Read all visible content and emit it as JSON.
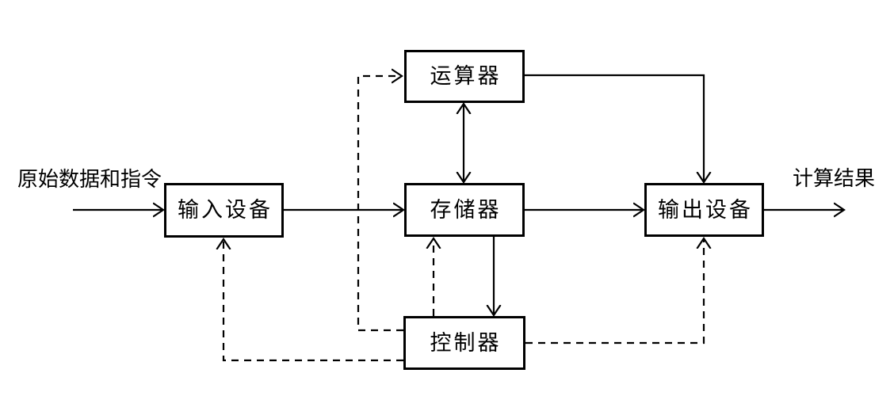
{
  "diagram": {
    "type": "computer-architecture-flow-diagram",
    "boxes": [
      {
        "id": "alu",
        "label": "运算器"
      },
      {
        "id": "input-device",
        "label": "输入设备"
      },
      {
        "id": "memory",
        "label": "存储器"
      },
      {
        "id": "output-device",
        "label": "输出设备"
      },
      {
        "id": "controller",
        "label": "控制器"
      }
    ],
    "annotations": {
      "input": "原始数据和指令",
      "output": "计算结果"
    },
    "edges": [
      {
        "from": "原始数据和指令",
        "to": "输入设备",
        "style": "solid",
        "bidirectional": false
      },
      {
        "from": "输入设备",
        "to": "存储器",
        "style": "solid",
        "bidirectional": false
      },
      {
        "from": "存储器",
        "to": "输出设备",
        "style": "solid",
        "bidirectional": false
      },
      {
        "from": "输出设备",
        "to": "计算结果",
        "style": "solid",
        "bidirectional": false
      },
      {
        "from": "存储器",
        "to": "运算器",
        "style": "solid",
        "bidirectional": true
      },
      {
        "from": "运算器",
        "to": "输出设备",
        "style": "solid",
        "bidirectional": false
      },
      {
        "from": "存储器",
        "to": "控制器",
        "style": "solid",
        "bidirectional": false
      },
      {
        "from": "控制器",
        "to": "运算器",
        "style": "dashed",
        "bidirectional": false
      },
      {
        "from": "控制器",
        "to": "存储器",
        "style": "dashed",
        "bidirectional": false
      },
      {
        "from": "控制器",
        "to": "输入设备",
        "style": "dashed",
        "bidirectional": false
      },
      {
        "from": "控制器",
        "to": "输出设备",
        "style": "dashed",
        "bidirectional": false
      }
    ],
    "colors": {
      "stroke": "#000000",
      "box_fill": "#ffffff",
      "background": "#ffffff"
    }
  }
}
